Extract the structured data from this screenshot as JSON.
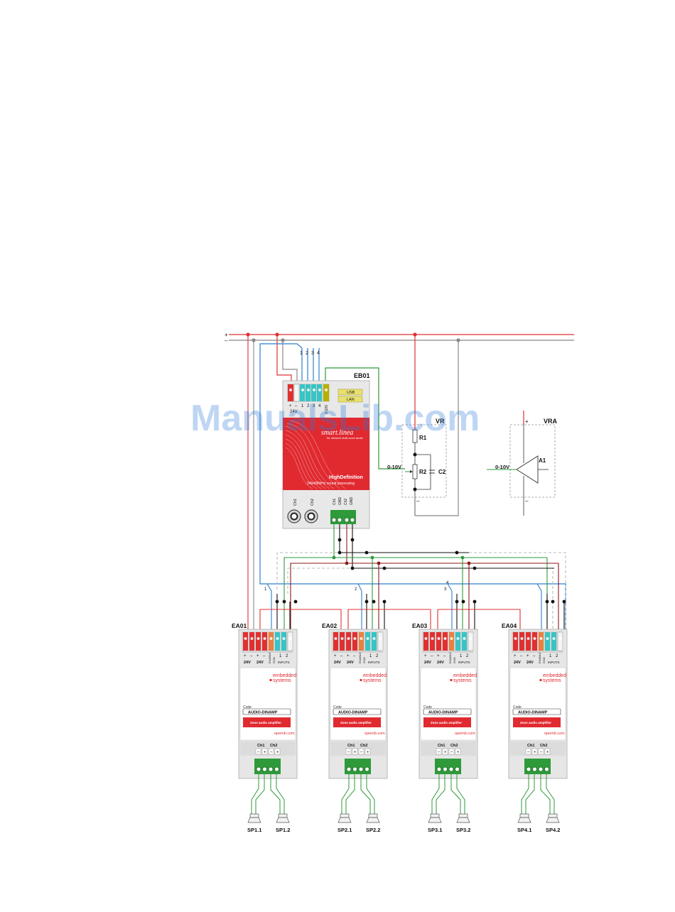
{
  "watermark": "ManualsLib.com",
  "rails": {
    "plus": "+",
    "minus": "–"
  },
  "colors": {
    "power": "#e03030",
    "ground": "#888888",
    "signal": "#2f7fd0",
    "green": "#2e9a3a",
    "dark": "#111111",
    "dashed": "#bbbbbb"
  },
  "processor": {
    "id": "EB01",
    "terminal_top_labels": [
      "1",
      "2",
      "3",
      "4"
    ],
    "terminal_bottom_labels": [
      "+",
      "–",
      "1",
      "2",
      "3",
      "4",
      "0-10V"
    ],
    "power_label": "24V",
    "usb": "USB",
    "lan": "LAN",
    "brand": "smart.linea",
    "tagline": "for network multi-room audio",
    "title": "HighDefinition",
    "subtitle": "24bit/96kHz sound processing",
    "ch1": "Ch1",
    "ch2": "Ch2",
    "out_labels": [
      "Ch1",
      "GND",
      "Ch2",
      "GND"
    ]
  },
  "vr": {
    "title": "VR",
    "input": "0-10V",
    "r1": "R1",
    "r2": "R2",
    "c2": "C2",
    "minus": "–"
  },
  "vra": {
    "title": "VRA",
    "input": "0-10V",
    "a1": "A1",
    "plus": "+",
    "minus": "–"
  },
  "wire_numbers": [
    "1",
    "2",
    "4",
    "3"
  ],
  "amplifiers": [
    {
      "id": "EA01",
      "speaker_left": "SP1.1",
      "speaker_right": "SP1.2"
    },
    {
      "id": "EA02",
      "speaker_left": "SP2.1",
      "speaker_right": "SP2.2"
    },
    {
      "id": "EA03",
      "speaker_left": "SP3.1",
      "speaker_right": "SP3.2"
    },
    {
      "id": "EA04",
      "speaker_left": "SP4.1",
      "speaker_right": "SP4.2"
    }
  ],
  "amp_common": {
    "terminal_signs": [
      "+",
      "–",
      "+",
      "–"
    ],
    "power_labels": [
      "24V",
      "24V"
    ],
    "enable_label": "ENABLE",
    "gnd_label": "GND",
    "inputs_label": "INPUTS",
    "inputs_numbers": [
      "1",
      "2"
    ],
    "brand_line1": "embedded",
    "brand_line2": "systems",
    "code_label": "Code",
    "code": "AUDIO-DINAMP",
    "red_label": "Zone audio amplifier",
    "site": "opemb.com",
    "ch1": "Ch1",
    "ch2": "Ch2",
    "out_signs": [
      "–",
      "+",
      "–",
      "+"
    ]
  }
}
